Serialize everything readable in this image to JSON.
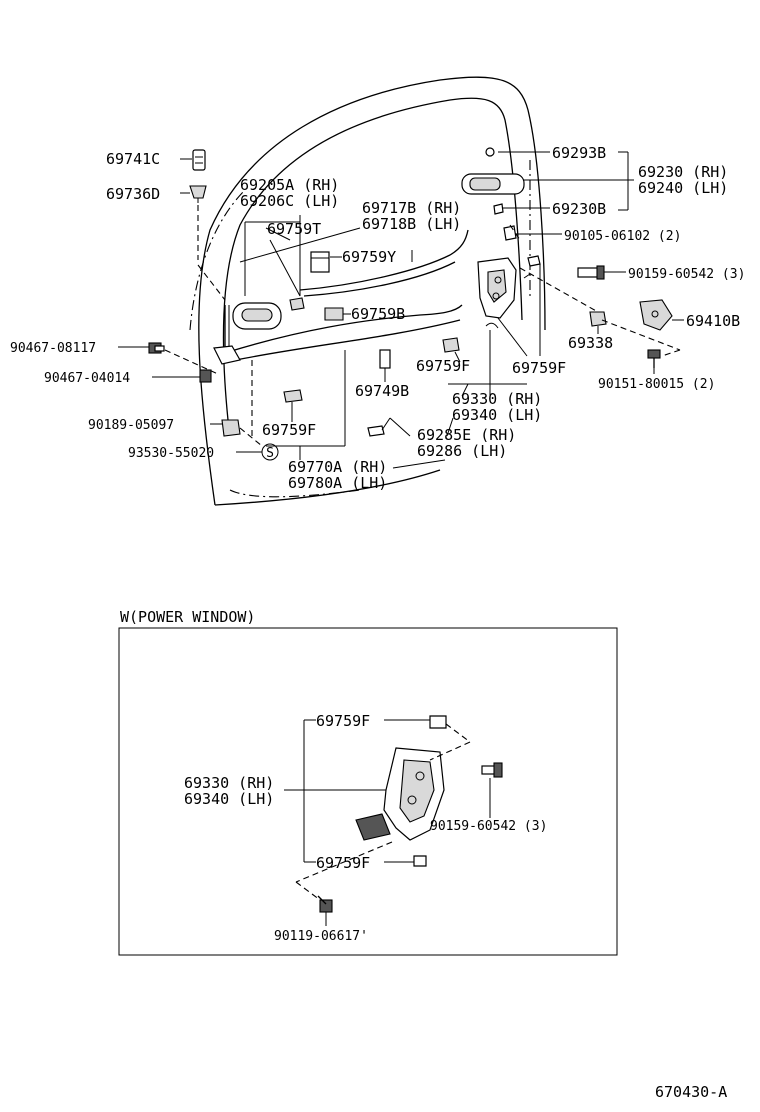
{
  "parts": {
    "p69741C": "69741C",
    "p69736D": "69736D",
    "p69205A": "69205A (RH)",
    "p69206C": "69206C (LH)",
    "p69717B": "69717B (RH)",
    "p69718B": "69718B (LH)",
    "p69759T": "69759T",
    "p69759Y": "69759Y",
    "p69759B": "69759B",
    "p69293B": "69293B",
    "p69230": "69230 (RH)",
    "p69240": "69240 (LH)",
    "p69230B": "69230B",
    "p90105": "90105-06102 (2)",
    "p90159": "90159-60542 (3)",
    "p69338": "69338",
    "p69410B": "69410B",
    "p90151": "90151-80015 (2)",
    "p90467a": "90467-08117",
    "p90467b": "90467-04014",
    "p90189": "90189-05097",
    "p93530": "93530-55020",
    "s_symbol": "S",
    "p69759F_left": "69759F",
    "p69749B": "69749B",
    "p69759F_mid": "69759F",
    "p69759F_right": "69759F",
    "p69330": "69330 (RH)",
    "p69340": "69340 (LH)",
    "p69285E": "69285E (RH)",
    "p69286": "69286   (LH)",
    "p69770A": "69770A (RH)",
    "p69780A": "69780A (LH)"
  },
  "inset": {
    "title": "W(POWER WINDOW)",
    "p69759F_top": "69759F",
    "p69330": "69330 (RH)",
    "p69340": "69340 (LH)",
    "p90159": "90159-60542 (3)",
    "p69759F_bottom": "69759F",
    "p90119": "90119-06617'"
  },
  "footer": {
    "code": "670430-A"
  }
}
